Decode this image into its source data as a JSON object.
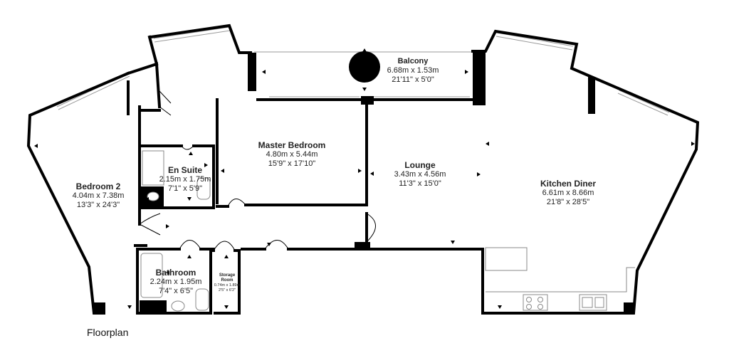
{
  "caption": "Floorplan",
  "colors": {
    "wall": "#000000",
    "glazing": "#9a9a9a",
    "text": "#222222"
  },
  "rooms": {
    "balcony": {
      "name": "Balcony",
      "metric": "6.68m x 1.53m",
      "imperial": "21'11\" x 5'0\""
    },
    "master": {
      "name": "Master Bedroom",
      "metric": "4.80m x 5.44m",
      "imperial": "15'9\" x 17'10\""
    },
    "ensuite": {
      "name": "En Suite",
      "metric": "2.15m x 1.75m",
      "imperial": "7'1\" x 5'9\""
    },
    "bedroom2": {
      "name": "Bedroom 2",
      "metric": "4.04m x 7.38m",
      "imperial": "13'3\" x 24'3\""
    },
    "lounge": {
      "name": "Lounge",
      "metric": "3.43m x 4.56m",
      "imperial": "11'3\" x 15'0\""
    },
    "kitchen": {
      "name": "Kitchen Diner",
      "metric": "6.61m x 8.66m",
      "imperial": "21'8\" x 28'5\""
    },
    "bathroom": {
      "name": "Bathroom",
      "metric": "2.24m x 1.95m",
      "imperial": "7'4\" x 6'5\""
    },
    "storage": {
      "name": "Storage Room",
      "metric": "0.74m x 1.89m",
      "imperial": "2'5\" x 6'2\""
    }
  }
}
